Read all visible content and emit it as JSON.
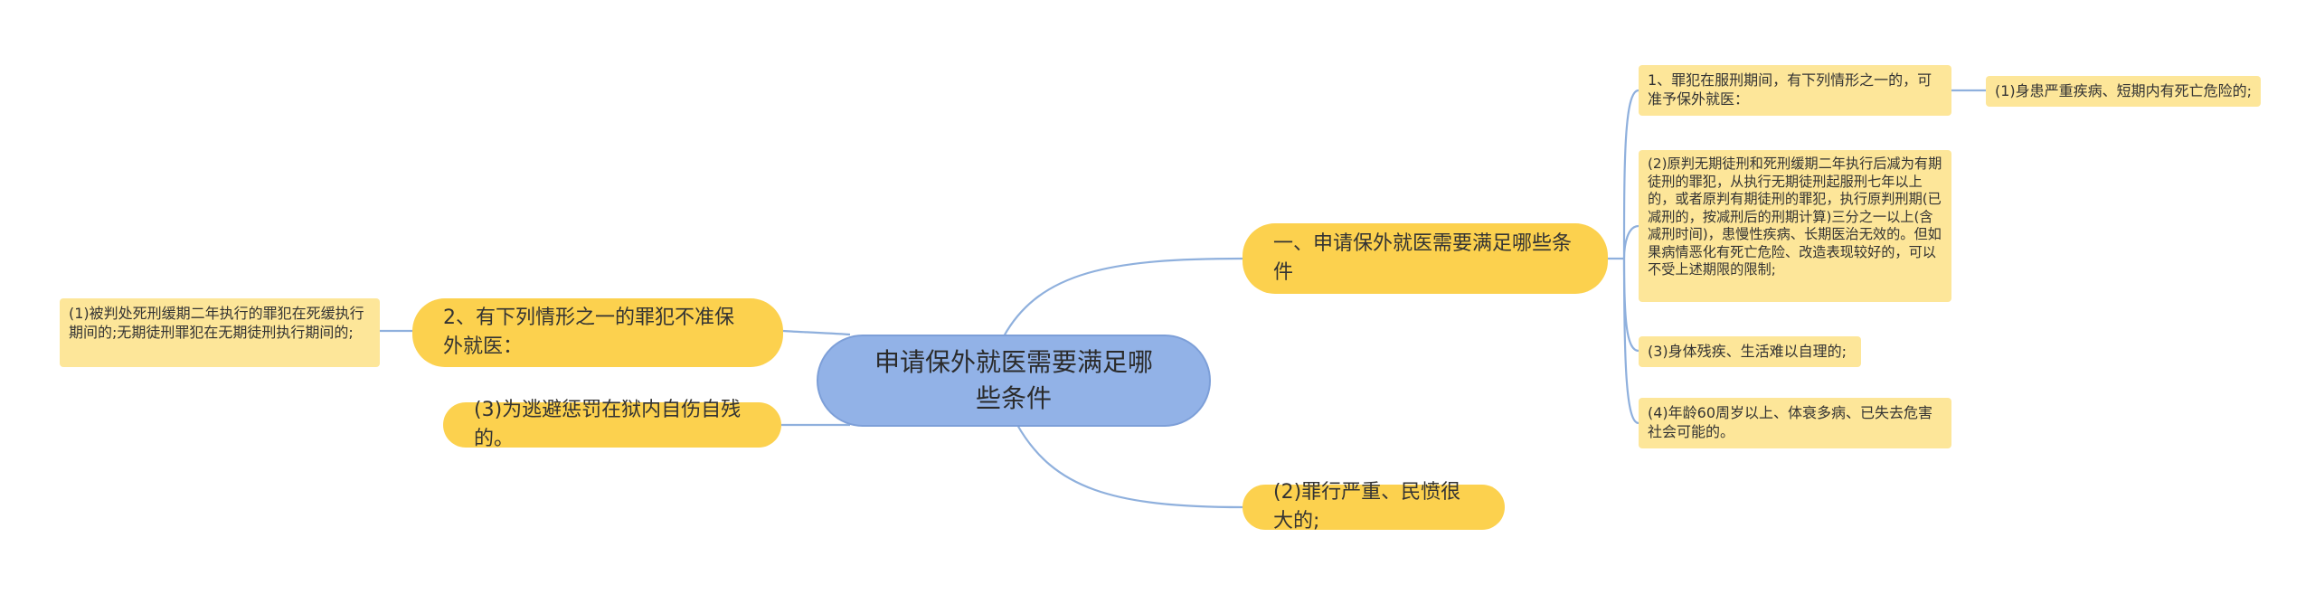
{
  "mindmap": {
    "root": "申请保外就医需要满足哪些条件",
    "right": {
      "branch1": {
        "label": "一、申请保外就医需要满足哪些条件",
        "item1": "1、罪犯在服刑期间，有下列情形之一的，可准予保外就医：",
        "item1_child": "(1)身患严重疾病、短期内有死亡危险的;",
        "item2": "(2)原判无期徒刑和死刑缓期二年执行后减为有期徒刑的罪犯，从执行无期徒刑起服刑七年以上的，或者原判有期徒刑的罪犯，执行原判刑期(已减刑的，按减刑后的刑期计算)三分之一以上(含减刑时间)，患慢性疾病、长期医治无效的。但如果病情恶化有死亡危险、改造表现较好的，可以不受上述期限的限制;",
        "item3": "(3)身体残疾、生活难以自理的;",
        "item4": "(4)年龄60周岁以上、体衰多病、已失去危害社会可能的。"
      },
      "branch2": {
        "label": "(2)罪行严重、民愤很大的;"
      }
    },
    "left": {
      "branch1": {
        "label": "2、有下列情形之一的罪犯不准保外就医：",
        "child": "(1)被判处死刑缓期二年执行的罪犯在死缓执行期间的;无期徒刑罪犯在无期徒刑执行期间的;"
      },
      "branch2": {
        "label": "(3)为逃避惩罚在狱内自伤自残的。"
      }
    }
  },
  "colors": {
    "root_fill": "#92b2e7",
    "level1_fill": "#fcd14e",
    "level2_fill": "#fde699",
    "link": "#8fb0dd"
  }
}
